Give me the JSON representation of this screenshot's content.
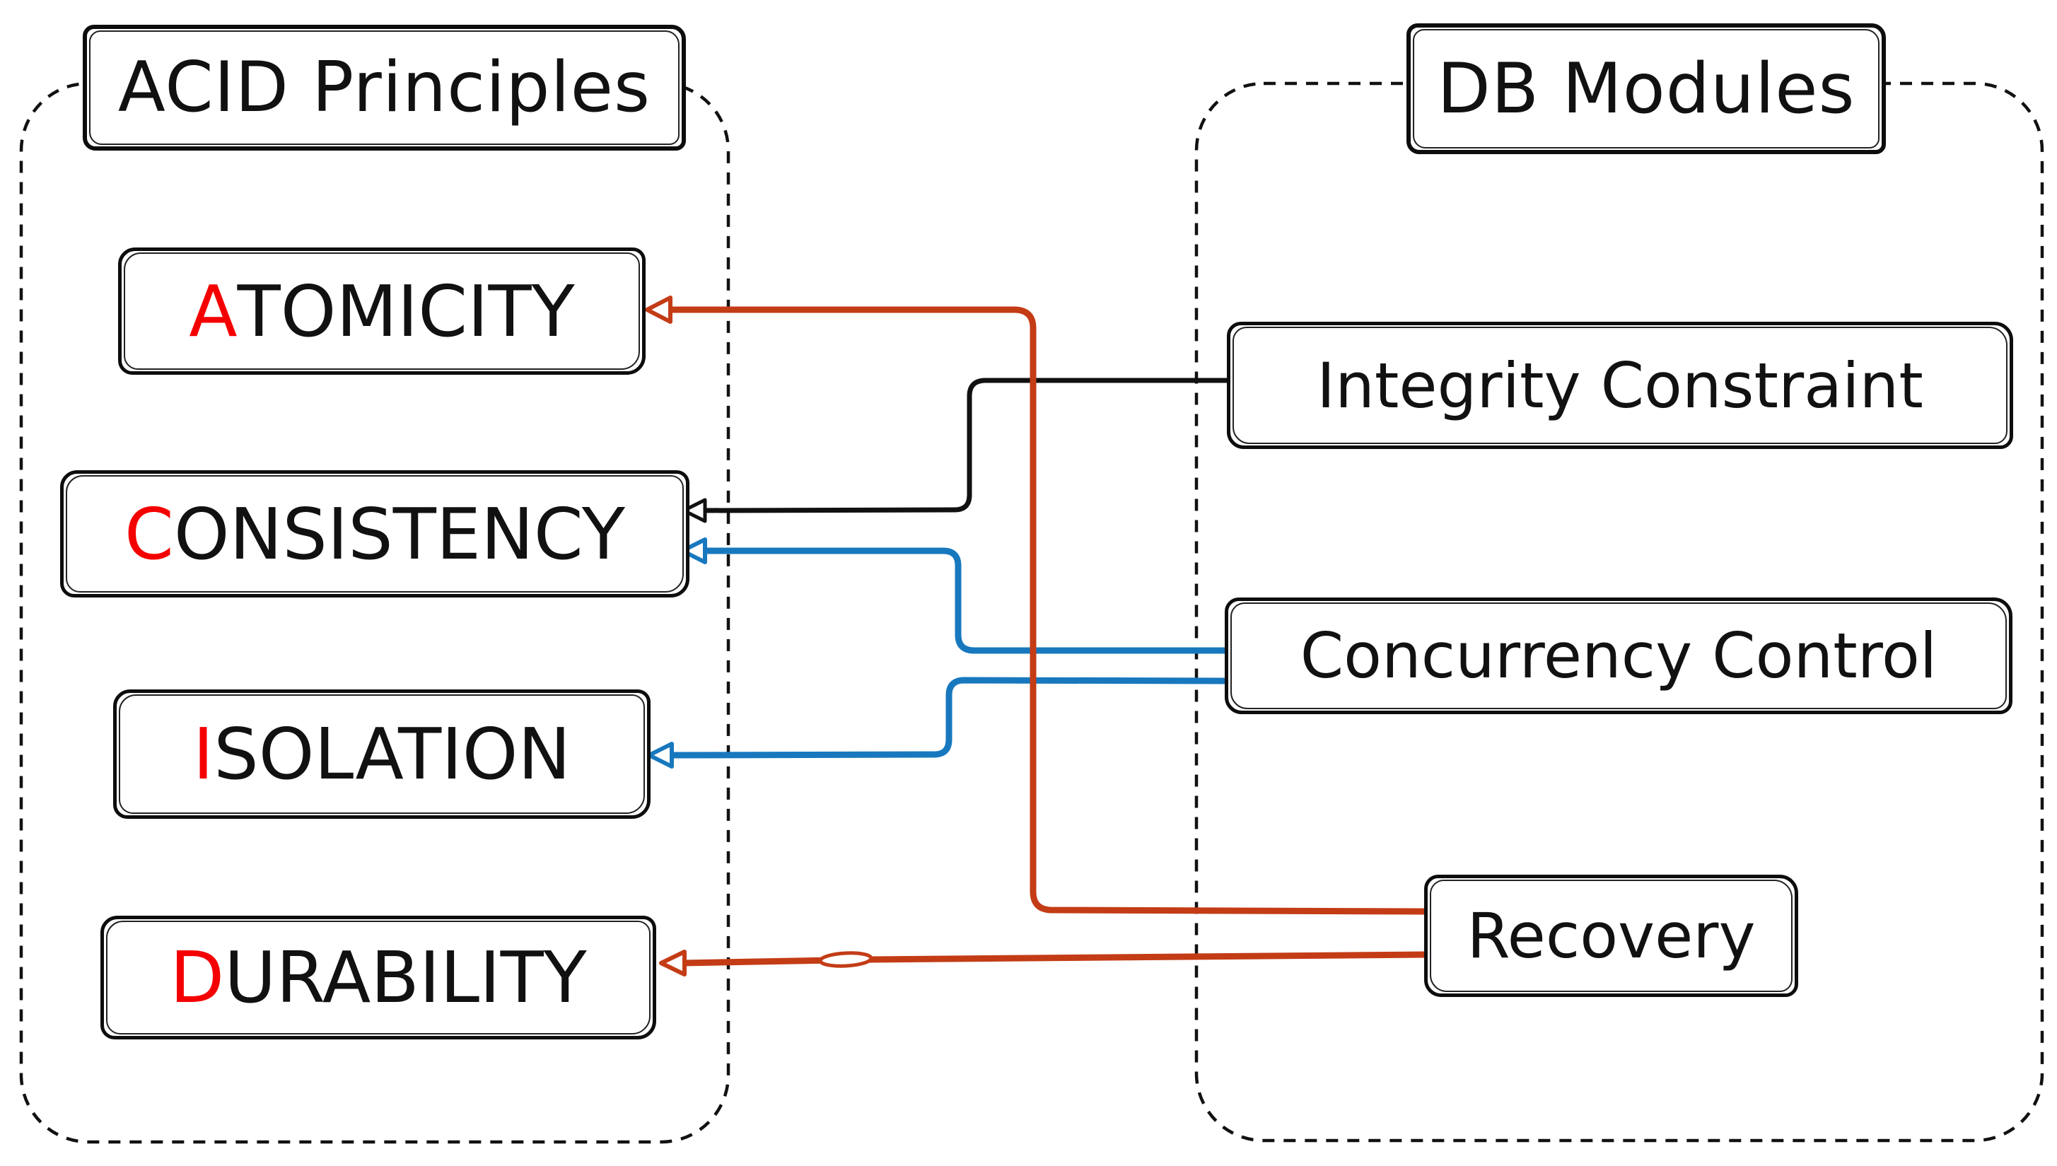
{
  "diagram": {
    "left_panel": {
      "title": "ACID Principles",
      "items": [
        {
          "full": "ATOMICITY",
          "highlight": "A",
          "rest": "TOMICITY"
        },
        {
          "full": "CONSISTENCY",
          "highlight": "C",
          "rest": "ONSISTENCY"
        },
        {
          "full": "ISOLATION",
          "highlight": "I",
          "rest": "SOLATION"
        },
        {
          "full": "DURABILITY",
          "highlight": "D",
          "rest": "URABILITY"
        }
      ]
    },
    "right_panel": {
      "title": "DB Modules",
      "items": [
        {
          "label": "Integrity Constraint"
        },
        {
          "label": "Concurrency Control"
        },
        {
          "label": "Recovery"
        }
      ]
    },
    "edges": [
      {
        "from": "Integrity Constraint",
        "to": "CONSISTENCY",
        "color": "#111111"
      },
      {
        "from": "Concurrency Control",
        "to": "CONSISTENCY",
        "color": "#1878be"
      },
      {
        "from": "Concurrency Control",
        "to": "ISOLATION",
        "color": "#1878be"
      },
      {
        "from": "Recovery",
        "to": "ATOMICITY",
        "color": "#c33c16"
      },
      {
        "from": "Recovery",
        "to": "DURABILITY",
        "color": "#c33c16"
      }
    ],
    "colors": {
      "highlight_red": "#f40000",
      "arrow_red": "#c33c16",
      "arrow_blue": "#1878be",
      "arrow_black": "#111111",
      "ink": "#111111"
    }
  }
}
